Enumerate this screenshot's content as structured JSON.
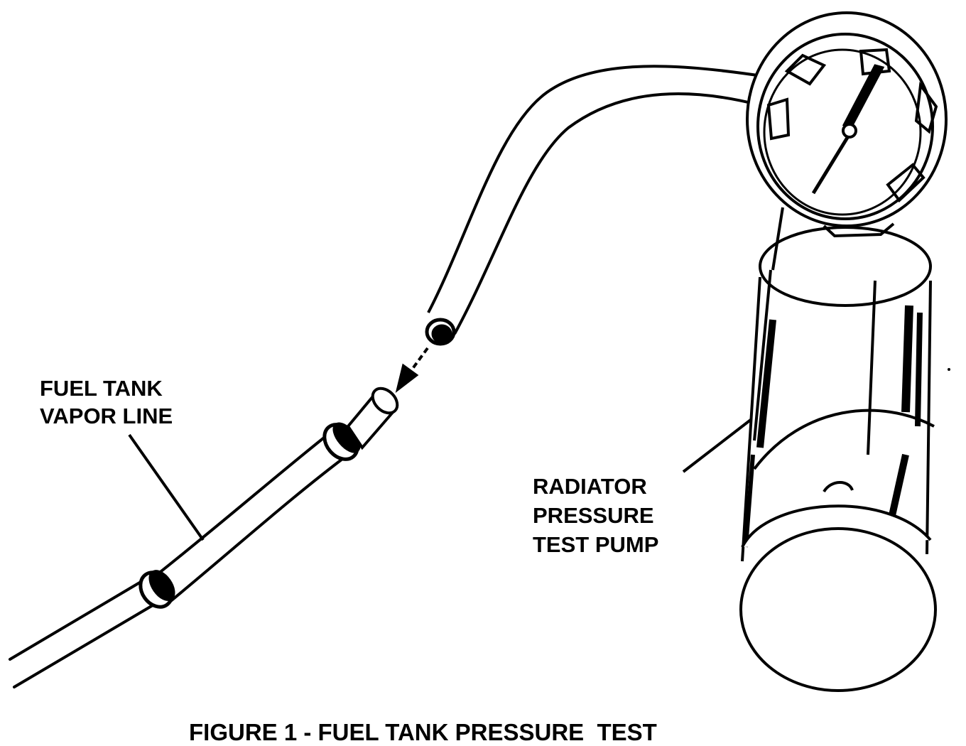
{
  "labels": {
    "vapor_line": [
      "FUEL TANK",
      "VAPOR LINE"
    ],
    "test_pump": [
      "RADIATOR",
      "PRESSURE",
      "TEST PUMP"
    ]
  },
  "caption": "FIGURE 1 - FUEL TANK PRESSURE  TEST",
  "colors": {
    "ink": "#000000",
    "paper": "#ffffff"
  }
}
